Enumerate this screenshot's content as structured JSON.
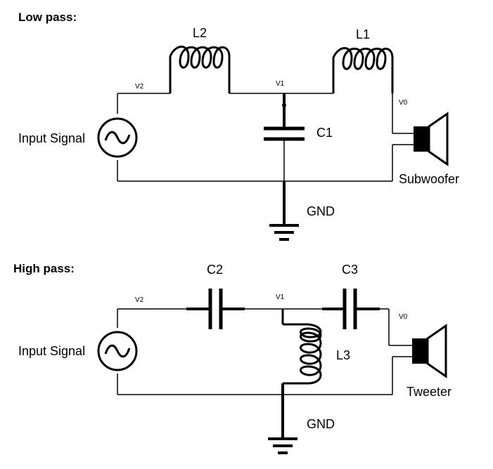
{
  "low_pass": {
    "heading": "Low pass:",
    "v2": "V2",
    "v1": "V1",
    "v0": "V0",
    "l2": "L2",
    "l1": "L1",
    "c1": "C1",
    "input": "Input Signal",
    "speaker": "Subwoofer",
    "gnd": "GND"
  },
  "high_pass": {
    "heading": "High pass:",
    "v2": "V2",
    "v1": "V1",
    "v0": "V0",
    "c2": "C2",
    "c3": "C3",
    "l3": "L3",
    "input": "Input Signal",
    "speaker": "Tweeter",
    "gnd": "GND"
  }
}
